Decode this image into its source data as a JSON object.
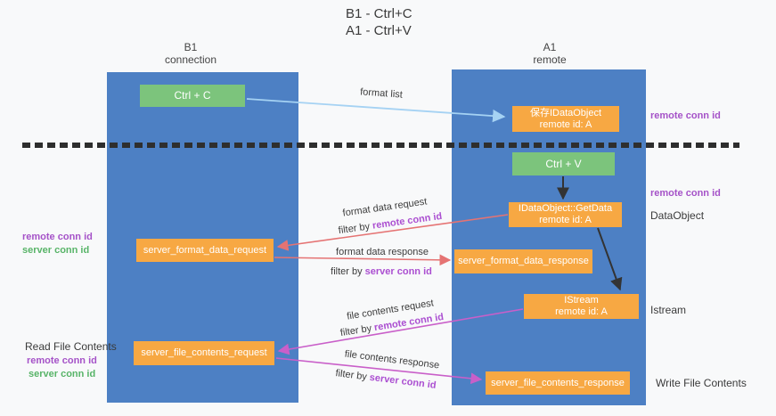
{
  "title": {
    "line1": "B1 - Ctrl+C",
    "line2": "A1 - Ctrl+V"
  },
  "lanes": {
    "left": {
      "name": "B1",
      "role": "connection"
    },
    "right": {
      "name": "A1",
      "role": "remote"
    }
  },
  "nodes": {
    "ctrl_c": {
      "label": "Ctrl + C"
    },
    "ctrl_v": {
      "label": "Ctrl + V"
    },
    "saved_dataobject": {
      "line1": "保存IDataObject",
      "line2": "remote id: A"
    },
    "getdata": {
      "line1": "IDataObject::GetData",
      "line2": "remote id: A"
    },
    "istream": {
      "line1": "IStream",
      "line2": "remote id: A"
    },
    "server_format_data_request": {
      "label": "server_format_data_request"
    },
    "server_format_data_response": {
      "label": "server_format_data_response"
    },
    "server_file_contents_request": {
      "label": "server_file_contents_request"
    },
    "server_file_contents_response": {
      "label": "server_file_contents_response"
    }
  },
  "flows": {
    "format_list": {
      "label": "format list"
    },
    "format_data_request": {
      "label": "format data request",
      "filter_prefix": "filter by ",
      "filter_key": "remote conn id"
    },
    "format_data_response": {
      "label": "format data response",
      "filter_prefix": "filter by ",
      "filter_key": "server conn id"
    },
    "file_contents_request": {
      "label": "file contents request",
      "filter_prefix": "filter by ",
      "filter_key": "remote conn id"
    },
    "file_contents_response": {
      "label": "file contents response",
      "filter_prefix": "filter by ",
      "filter_key": "server conn id"
    }
  },
  "annotations": {
    "right_top_remote_conn_id": "remote conn id",
    "right_mid_remote_conn_id": "remote conn id",
    "right_dataobject": "DataObject",
    "right_istream": "Istream",
    "right_write_file_contents": "Write File Contents",
    "left_format_remote_conn_id": "remote conn id",
    "left_format_server_conn_id": "server conn id",
    "left_read_file_contents": "Read File Contents",
    "left_file_remote_conn_id": "remote conn id",
    "left_file_server_conn_id": "server conn id"
  },
  "colors": {
    "lane_blue": "#4d80c4",
    "node_orange": "#f7a843",
    "node_green": "#7cc47c",
    "arrow_lightblue": "#a5d2f3",
    "arrow_black": "#333333",
    "arrow_salmon": "#e57373",
    "arrow_magenta": "#c95fc9",
    "text_purple": "#a552c8",
    "text_green": "#58b468"
  }
}
